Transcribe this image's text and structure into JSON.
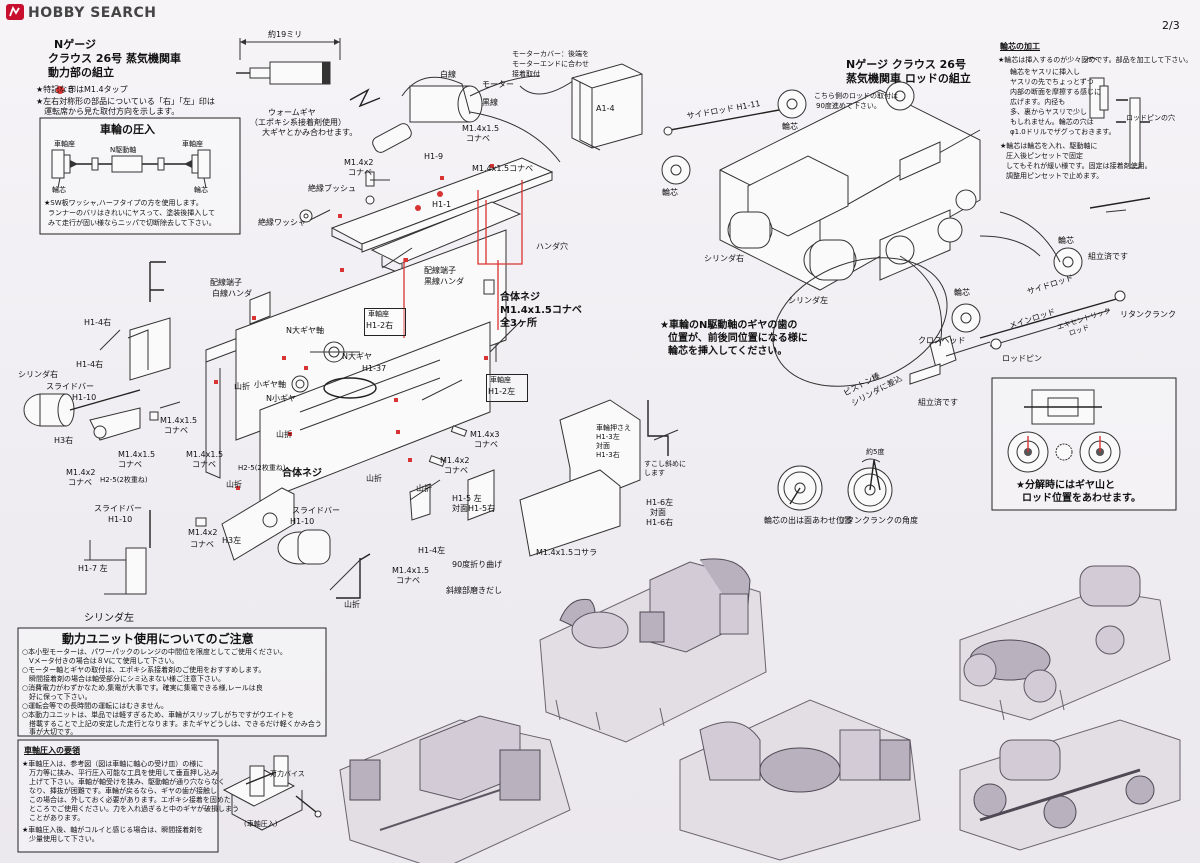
{
  "brand": {
    "name": "HOBBY SEARCH"
  },
  "page_number": "2/3",
  "left_title": {
    "l1": "Nゲージ",
    "l2": "クラウス 26号 蒸気機関車",
    "l3": "動力部の組立"
  },
  "notes": {
    "n1": "★特記なき",
    "n1b": "印はM1.4タップ",
    "n2": "★左右対称形の部品についている「右」「左」印は",
    "n3": "運転席から見た取付方向を示します。"
  },
  "wheel_press": {
    "title": "車輪の圧入",
    "seat_l": "車軸座",
    "seat_r": "車軸座",
    "axle": "N駆動軸",
    "core_l": "輪芯",
    "core_r": "輪芯"
  },
  "sw_note": {
    "l1": "★SW板ワッシャ,ハーフタイプの方を使用します。",
    "l2": "ランナーのバリはきれいにヤスって、塗装後挿入して",
    "l3": "みて走行が固い様ならニッパで切断除去して下さい。"
  },
  "motor": {
    "len": "約19ミリ",
    "cover1": "モーターカバー：後端を",
    "cover2": "モーターエンドに合わせ",
    "cover3": "接着取付",
    "white": "白線",
    "black": "黒線",
    "label": "モーター",
    "a14": "A1-4"
  },
  "worm": {
    "l1": "ウォームギヤ",
    "l2": "（エポキシ系接着剤使用）",
    "l3": "大ギヤとかみ合わせます。"
  },
  "labels": {
    "m14x15_a": "M1.4x1.5",
    "konabe_a": "コナベ",
    "h19": "H1-9",
    "m14x15_b": "M1.4x1.5コナベ",
    "m14x2_a": "M1.4x2",
    "konabe_b": "コナベ",
    "bushing": "絶縁ブッシュ",
    "washer": "絶縁ワッシャ",
    "h11": "H1-1",
    "solder": "ハンダ穴",
    "term_w1": "配線端子",
    "term_w2": "白線ハンダ",
    "term_b1": "配線端子",
    "term_b2": "黒線ハンダ",
    "bolt1": "合体ネジ",
    "bolt2": "M1.4x1.5コナベ",
    "bolt3": "全3ヶ所",
    "seat_r_t": "車軸座",
    "seat_r_b": "H1-2右",
    "n_big_top": "N大ギヤ軸",
    "n_big": "N大ギヤ",
    "h137": "H1-37",
    "n_small_s": "小ギヤ軸",
    "n_small": "N小ギヤ",
    "yama1": "山折",
    "seat_l_t": "車軸座",
    "seat_l_b": "H1-2左",
    "h14r": "H1-4右",
    "h14r2": "H1-4右",
    "cyl_r": "シリンダ右",
    "slide": "スライドバー",
    "h110": "H1-10",
    "h3r": "H3右",
    "m14x15_c": "M1.4x1.5",
    "konabe_c": "コナベ",
    "m14x15_d": "M1.4x1.5",
    "konabe_d": "コナベ",
    "m14x2_b": "M1.4x2",
    "konabe_e": "コナベ",
    "h25r": "H2-5(2枚重ね)",
    "m14x15_e": "M1.4x1.5",
    "konabe_f": "コナベ",
    "h25l": "H2-5(2枚重ね)",
    "yama2": "山折",
    "gattai": "合体ネジ",
    "yama3": "山折",
    "m14x3": "M1.4x3",
    "konabe_g": "コナベ",
    "m14x2_c": "M1.4x2",
    "konabe_h": "コナベ",
    "yama4": "山折",
    "oshi1": "車輪押さえ",
    "oshi2": "H1-3左",
    "oshi3": "対面",
    "oshi4": "H1-3右",
    "naname1": "すこし斜めに",
    "naname2": "します",
    "slide2": "スライドバー",
    "h1102": "H1-10",
    "h17r": "H1-7 左",
    "cyl_l": "シリンダ左",
    "h3l": "H3左",
    "m14x2_d": "M1.4x2",
    "konabe_i": "コナベ",
    "slide3": "スライドバー",
    "h1103": "H1-10",
    "yama5": "山折",
    "h15": "H1-5 左",
    "h15b": "対面H1-5右",
    "h14l": "H1-4左",
    "m14x15_f": "M1.4x1.5",
    "konabe_j": "コナベ",
    "bend90": "90度折り曲げ",
    "shasen": "斜線部磨きだし",
    "yama6": "山折",
    "h16": "H1-6左",
    "h16b": "対面",
    "h16c": "H1-6右",
    "kosara": "M1.4x1.5コサラ"
  },
  "right_title": {
    "l1": "Nゲージ クラウス 26号",
    "l2": "蒸気機関車 ロッドの組立"
  },
  "rod_labels": {
    "side_rod": "サイドロッド H1-11",
    "core1": "輪芯",
    "core2": "輪芯",
    "note1": "こちら側のロッドの取付は",
    "note2": "90度進めて下さい。",
    "cyl_r": "シリンダ右",
    "cyl_l": "シリンダ左",
    "core3": "輪芯",
    "done1": "組立済です",
    "core4": "輪芯",
    "side_rod2": "サイドロッド",
    "main_rod": "メインロッド",
    "ecc": "エキセントリック",
    "ecc2": "ロッド",
    "return": "リタンクランク",
    "cross": "クロスヘッド",
    "rod_pin": "ロッドピン",
    "piston1": "ピストン棒",
    "piston2": "シリンダに差込",
    "done2": "組立済です"
  },
  "rod_note": {
    "l1": "★車輪のN駆動軸のギヤの歯の",
    "l2": "位置が、前後同位置になる様に",
    "l3": "輪芯を挿入してください。"
  },
  "core_add": {
    "title": "輪芯の加工",
    "l1": "★輪芯は挿入するのが少々固めです。部品を加工して下さい。",
    "l2": "輪芯をヤスリに挿入し",
    "l3": "ヤスリの先でちょっとずつ",
    "l4": "内部の断面を摩擦する感じに",
    "l5": "広げます。内径も",
    "l6": "多、裏からヤスリで少し",
    "l7": "もしれません。輪芯の穴は",
    "l8": "φ1.0ドリルでザグっておきます。",
    "l9": "ロッドピンの穴",
    "l10": "★輪芯は輪芯を入れ、駆動軸に",
    "l11": "圧入後ピンセットで固定",
    "l12": "してもそれが緩い様です。固定は接着剤使用。",
    "l13": "調整用ピンセットで止めます。"
  },
  "wheel_cap": {
    "a": "輪芯の出は面あわせ位置",
    "b": "リタンクランクの角度",
    "deg": "約5度"
  },
  "gear_note": {
    "l1": "★分解時にはギヤ山と",
    "l2": "ロッド位置をあわせます。"
  },
  "caution": {
    "title": "動力ユニット使用についてのご注意",
    "l1": "○本小型モーターは、パワーパックのレンジの中間位を限度としてご使用ください。",
    "l2": "　Vメータ付きの場合は８Vにて使用して下さい。",
    "l3": "○モーター軸とギヤの取付は、エポキシ系接着剤のご使用をおすすめします。",
    "l4": "　瞬間接着剤の場合は軸受部分にシミ込まない様ご注意下さい。",
    "l5": "○消費電力がわずかなため,集電が大事です。確実に集電できる様,レールは良",
    "l6": "　好に保って下さい。",
    "l7": "○運転会等での長時間の運転にはむきません。",
    "l8": "○本動力ユニットは、単品では軽すぎるため、車輪がスリップしがちですがウエイトを",
    "l9": "　搭載することで上記の安定した走行となります。またギヤどうしは、できるだけ軽くかみ合う",
    "l10": "　事が大切です。"
  },
  "press": {
    "title": "車軸圧入の要領",
    "l1": "★車軸圧入は、参考図（図は車軸に軸心の受け皿）の様に",
    "l2": "　万力等に挟み、平行圧入可能な工具を使用して垂直押し込み",
    "l3": "　上げて下さい。車軸が軸受けを挟み、駆動軸が通り穴ならなく",
    "l4": "　なり、挿抜が困難です。車輪が戻るなら、ギヤの歯が接触し",
    "l5": "　この場合は、外しておく必要があります。エポキシ接着を固めた",
    "l6": "　ところでご使用ください。力を入れ過ぎると中のギヤが破損しまう",
    "l7": "　ことがあります。",
    "l8": "★車軸圧入後、軸がコルイと感じる場合は、瞬間接着剤を",
    "l9": "　少量使用して下さい。",
    "vice": "万力バイス",
    "cap": "(車軸圧入)"
  }
}
